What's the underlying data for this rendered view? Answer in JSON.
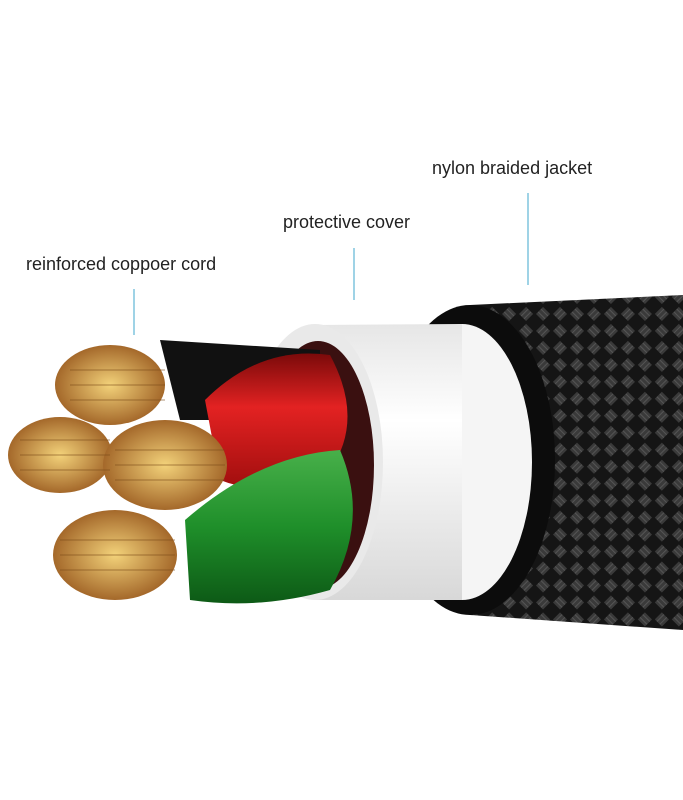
{
  "labels": {
    "jacket": "nylon braided jacket",
    "cover": "protective cover",
    "copper": "reinforced coppoer cord"
  },
  "colors": {
    "leader": "#9fd3e6",
    "jacket": "#1a1a1a",
    "cover": "#f2f2f2",
    "wire_red": "#d11a1a",
    "wire_green": "#1f8f2a",
    "wire_black": "#111111",
    "copper": "#c9913f"
  }
}
